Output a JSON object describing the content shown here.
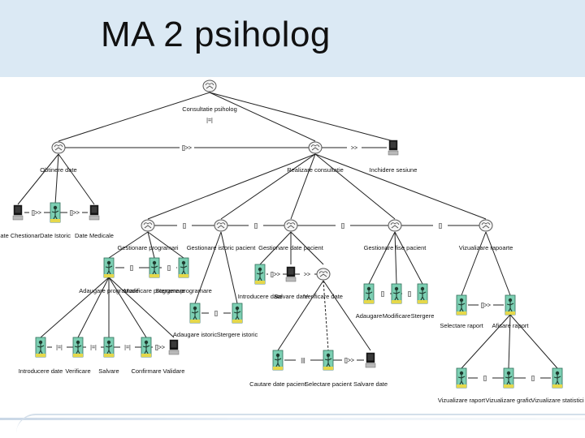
{
  "slide": {
    "title": "MA 2 psiholog"
  },
  "diagram": {
    "root": "Consultatie psiholog",
    "root_operator": "|=|",
    "level1": [
      {
        "label": "Obtinere date",
        "op_right": "[]>>"
      },
      {
        "label": "Realizare consultatie",
        "op_right": ">>"
      },
      {
        "label": "Inchidere sesiune"
      }
    ],
    "group_a": [
      {
        "label": "Date Chestionar"
      },
      {
        "label": "Date Istoric"
      },
      {
        "label": "Date Medicale"
      }
    ],
    "group_a_ops": [
      "[]>>",
      "[]>>"
    ],
    "level2": [
      {
        "label": "Gestionare programari"
      },
      {
        "label": "Gestionare istoric pacient"
      },
      {
        "label": "Gestionare date pacient"
      },
      {
        "label": "Gestionare fise pacient"
      },
      {
        "label": "Vizualizare rapoarte"
      }
    ],
    "level2_ops": [
      "[]",
      "[]",
      "[]",
      "[]"
    ],
    "p1_children": [
      {
        "label": "Adaugare programare"
      },
      {
        "label": "Modificare programare"
      },
      {
        "label": "Stergere programare"
      }
    ],
    "p1_ops": [
      "[]",
      "[]"
    ],
    "p1_leaves": [
      {
        "label": "Introducere date"
      },
      {
        "label": "Verificare"
      },
      {
        "label": "Salvare"
      },
      {
        "label": "Confirmare"
      },
      {
        "label": "Validare"
      }
    ],
    "p1_leaf_ops": [
      "|=|",
      "|=|",
      "|=|",
      "[]>>"
    ],
    "p2_children": [
      {
        "label": "Adaugare istoric"
      },
      {
        "label": "Stergere istoric"
      }
    ],
    "p2_ops": [
      "[]"
    ],
    "p3_children": [
      {
        "label": "Introducere date"
      },
      {
        "label": "Salvare date"
      },
      {
        "label": "Verificare date"
      }
    ],
    "p3_ops": [
      "[]>>",
      ">>"
    ],
    "p3_leaves": [
      {
        "label": "Cautare date pacient"
      },
      {
        "label": "Selectare pacient"
      },
      {
        "label": "Salvare date"
      }
    ],
    "p3_leaf_ops": [
      "|||",
      "[]>>"
    ],
    "p4_children": [
      {
        "label": "Adaugare"
      },
      {
        "label": "Modificare"
      },
      {
        "label": "Stergere"
      }
    ],
    "p4_ops": [
      "[]",
      "[]"
    ],
    "p5_children": [
      {
        "label": "Selectare raport"
      },
      {
        "label": "Afisare raport"
      }
    ],
    "p5_ops": [
      "[]>>"
    ],
    "p5_leaves": [
      {
        "label": "Vizualizare raport"
      },
      {
        "label": "Vizualizare grafic"
      },
      {
        "label": "Vizualizare statistici"
      }
    ],
    "p5_leaf_ops": [
      "[]",
      "[]"
    ]
  }
}
